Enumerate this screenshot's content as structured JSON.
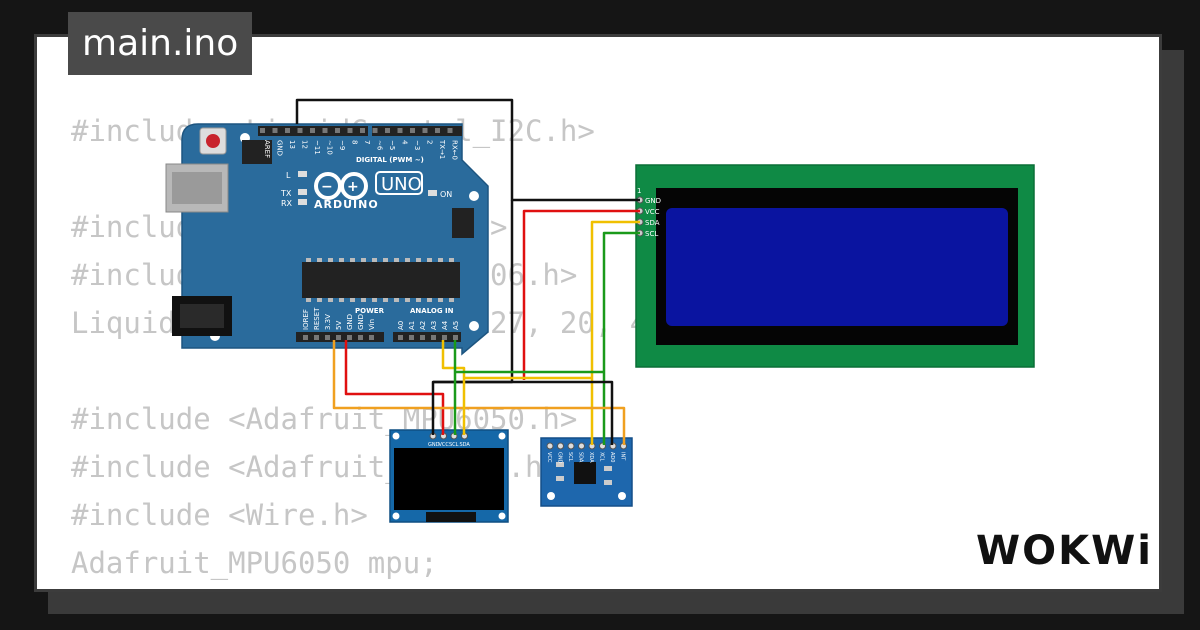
{
  "file_tab": {
    "label": "main.ino"
  },
  "code_lines": [
    "#include <LiquidCrystal_I2C.h>",
    "",
    "#include <Adafruit_GFX.h>",
    "#include <Adafruit_SSD1306.h>",
    "LiquidCrystal_I2C lcd(0x27, 20, 4);",
    "",
    "#include <Adafruit_MPU6050.h>",
    "#include <Adafruit_Sensor.h>",
    "#include <Wire.h>",
    "Adafruit_MPU6050 mpu;"
  ],
  "arduino": {
    "brand": "ARDUINO",
    "model": "UNO",
    "digital_label": "DIGITAL (PWM ~)",
    "digital_pins": [
      "AREF",
      "GND",
      "13",
      "12",
      "~11",
      "~10",
      "~9",
      "8",
      "7",
      "~6",
      "~5",
      "4",
      "~3",
      "2",
      "TX→1",
      "RX←0"
    ],
    "power_label": "POWER",
    "power_pins": [
      "IOREF",
      "RESET",
      "3.3V",
      "5V",
      "GND",
      "GND",
      "Vin"
    ],
    "analog_label": "ANALOG IN",
    "analog_pins": [
      "A0",
      "A1",
      "A2",
      "A3",
      "A4",
      "A5"
    ],
    "led_l": "L",
    "led_tx": "TX",
    "led_rx": "RX",
    "led_on": "ON"
  },
  "lcd": {
    "pin1": "1",
    "pins": [
      "GND",
      "VCC",
      "SDA",
      "SCL"
    ],
    "colors": {
      "pcb": "#0f8a45",
      "screen": "#0a14a0"
    }
  },
  "oled": {
    "pins": [
      "GND",
      "VCC",
      "SCL",
      "SDA"
    ]
  },
  "mpu": {
    "pins": [
      "VCC",
      "GND",
      "SCL",
      "SDA",
      "XDA",
      "XCL",
      "AD0",
      "INT"
    ]
  },
  "wire_colors": {
    "gnd": "#111111",
    "vcc": "#e01010",
    "sda": "#f0c000",
    "scl": "#1a9a1a",
    "orange": "#f0a020"
  },
  "logo": {
    "text": "WOKWi"
  }
}
